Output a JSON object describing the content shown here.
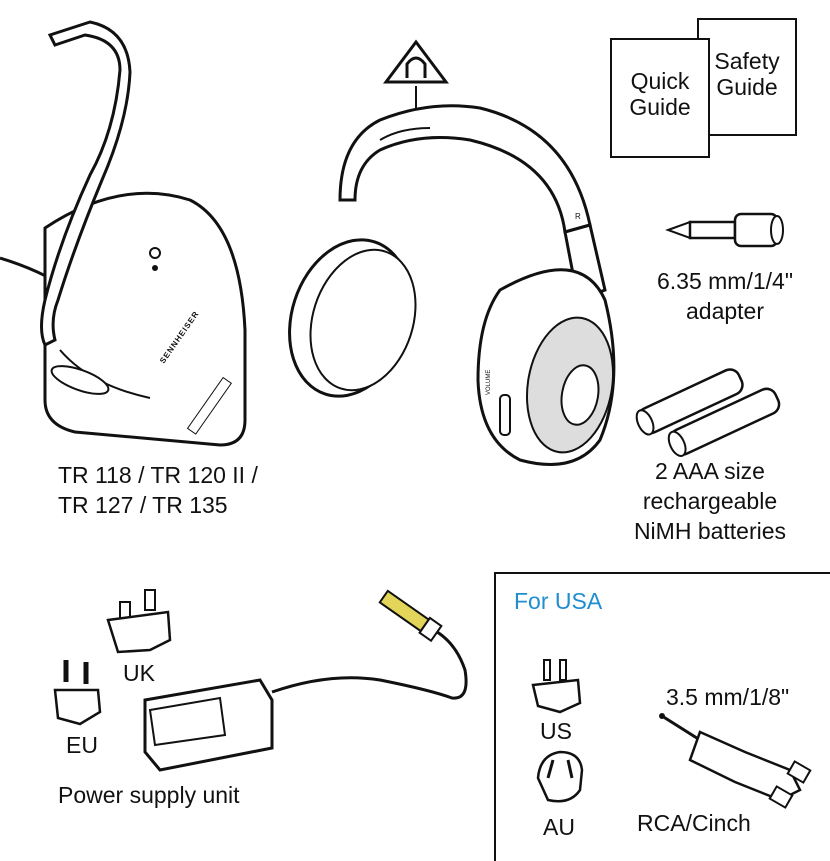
{
  "transmitter": {
    "caption_line1": "TR 118 / TR 120 II /",
    "caption_line2": "TR 127 / TR 135",
    "brand": "SENNHEISER"
  },
  "headphones": {
    "label_right": "R",
    "label_volume": "VOLUME"
  },
  "docs": {
    "quick_guide_line1": "Quick",
    "quick_guide_line2": "Guide",
    "safety_guide_line1": "Safety",
    "safety_guide_line2": "Guide"
  },
  "adapter": {
    "line1": "6.35 mm/1/4\"",
    "line2": "adapter"
  },
  "batteries": {
    "line1": "2 AAA size",
    "line2": "rechargeable",
    "line3": "NiMH batteries"
  },
  "power_supply": {
    "plug_uk": "UK",
    "plug_eu": "EU",
    "caption": "Power supply unit"
  },
  "usa_box": {
    "title": "For USA",
    "plug_us": "US",
    "plug_au": "AU",
    "cable_size": "3.5 mm/1/8\"",
    "cable_caption": "RCA/Cinch"
  },
  "colors": {
    "accent_blue": "#1f8dcf",
    "ink": "#111111",
    "connector_yellow": "#e3d55a"
  }
}
